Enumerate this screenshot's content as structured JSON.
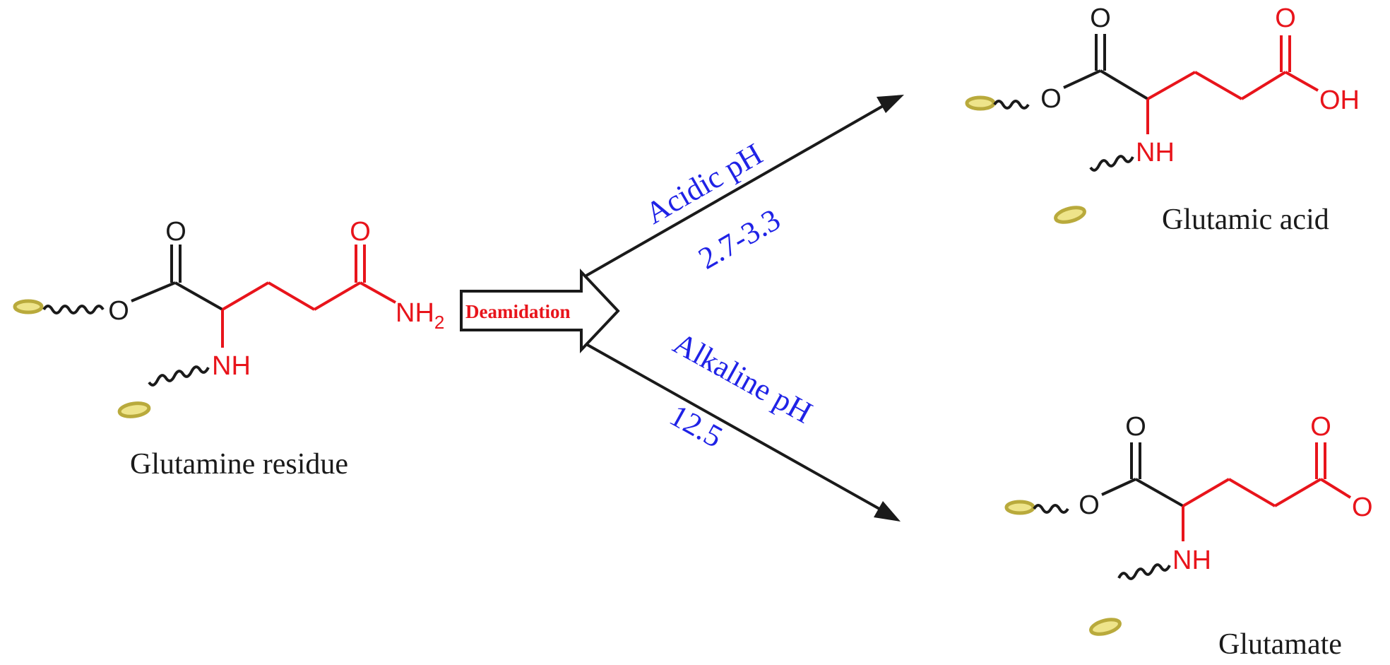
{
  "colors": {
    "bond_black": "#1a1a1a",
    "bond_red": "#e8141b",
    "condition_blue": "#1f22e6",
    "bead_fill": "#eee48a",
    "bead_stroke": "#b9aa3c"
  },
  "step_label": "Deamidation",
  "conditions": {
    "acidic_label": "Acidic pH",
    "acidic_value": "2.7-3.3",
    "alkaline_label": "Alkaline pH",
    "alkaline_value": "12.5"
  },
  "molecules": {
    "glutamine": {
      "caption": "Glutamine residue",
      "carbonyl_o": "O",
      "ester_o": "O",
      "amine": "NH",
      "amide_o": "O",
      "amide_n": "NH",
      "amide_n_sub": "2"
    },
    "glutamic_acid": {
      "caption": "Glutamic acid",
      "carbonyl_o": "O",
      "ester_o": "O",
      "amine": "NH",
      "acid_o": "O",
      "acid_oh": "OH"
    },
    "glutamate": {
      "caption": "Glutamate",
      "carbonyl_o": "O",
      "ester_o": "O",
      "amine": "NH",
      "carboxylate_o": "O",
      "carboxylate_o2": "O"
    }
  }
}
